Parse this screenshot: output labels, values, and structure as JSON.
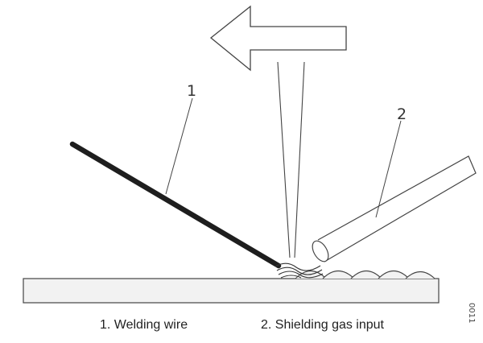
{
  "callouts": [
    {
      "number": "1"
    },
    {
      "number": "2"
    }
  ],
  "legend": [
    {
      "text": "1. Welding wire"
    },
    {
      "text": "2. Shielding gas input"
    }
  ],
  "reference_code": "0011",
  "icons": {
    "direction_arrow": "arrow-left-icon"
  },
  "colors": {
    "wire": "#1e1e1e",
    "line": "#444444",
    "plate_fill": "#f2f2f2",
    "background": "#ffffff"
  }
}
